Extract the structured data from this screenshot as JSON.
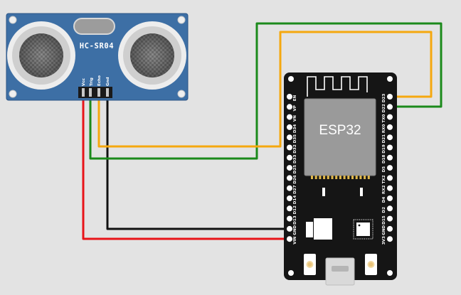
{
  "sensor": {
    "model": "HC-SR04",
    "pins": [
      "Vcc",
      "Trig",
      "Echo",
      "Gnd"
    ]
  },
  "board": {
    "chip_label": "ESP32",
    "left_pins": [
      "EN",
      "VP",
      "VN",
      "D34",
      "D35",
      "D32",
      "D33",
      "D25",
      "D26",
      "D27",
      "D14",
      "D12",
      "D13",
      "GND",
      "VIN"
    ],
    "right_pins": [
      "D23",
      "D22",
      "TX0",
      "RX0",
      "D21",
      "D19",
      "D18",
      "D5",
      "TX2",
      "RX2",
      "D4",
      "D2",
      "D15",
      "GND",
      "3V3"
    ]
  },
  "wires": [
    {
      "from": "sensor.Vcc",
      "to": "board.VIN",
      "color": "#e8141a"
    },
    {
      "from": "sensor.Trig",
      "to": "board.D22",
      "color": "#1b8a1b"
    },
    {
      "from": "sensor.Echo",
      "to": "board.D23",
      "color": "#f5a80f"
    },
    {
      "from": "sensor.Gnd",
      "to": "board.GND",
      "color": "#111111"
    }
  ]
}
